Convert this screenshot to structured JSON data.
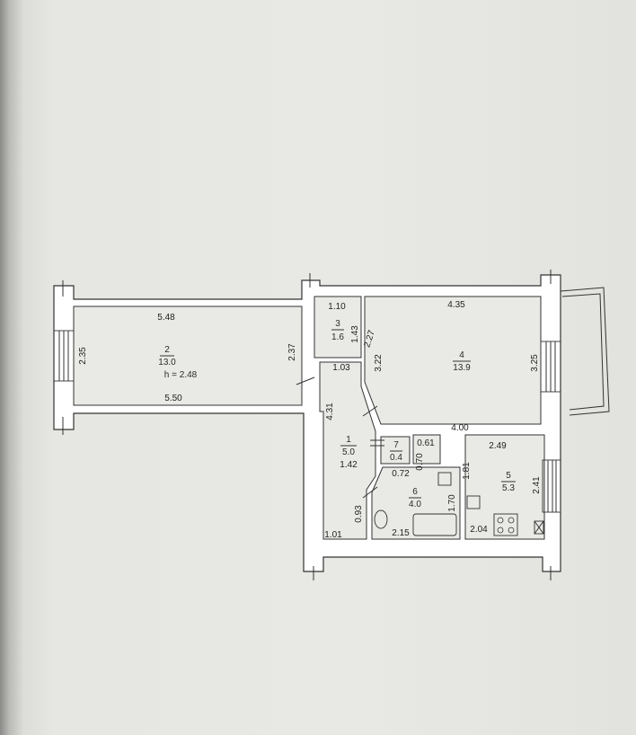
{
  "rooms": [
    {
      "id": "1",
      "number": "1",
      "area": "5.0"
    },
    {
      "id": "2",
      "number": "2",
      "area": "13.0",
      "height": "h = 2.48"
    },
    {
      "id": "3",
      "number": "3",
      "area": "1.6"
    },
    {
      "id": "4",
      "number": "4",
      "area": "13.9"
    },
    {
      "id": "5",
      "number": "5",
      "area": "5.3"
    },
    {
      "id": "6",
      "number": "6",
      "area": "4.0"
    },
    {
      "id": "7",
      "number": "7",
      "area": "0.4"
    }
  ],
  "dimensions": {
    "d548": "5.48",
    "d550": "5.50",
    "d235": "2.35",
    "d237": "2.37",
    "d110": "1.10",
    "d143": "1.43",
    "d103": "1.03",
    "d227": "2.27",
    "d435": "4.35",
    "d322": "3.22",
    "d325": "3.25",
    "d400": "4.00",
    "d431": "4.31",
    "d142": "1.42",
    "d093": "0.93",
    "d101": "1.01",
    "d061": "0.61",
    "d070": "0.70",
    "d072": "0.72",
    "d181": "1.81",
    "d170": "1.70",
    "d215": "2.15",
    "d249": "2.49",
    "d241": "2.41",
    "d204": "2.04"
  }
}
